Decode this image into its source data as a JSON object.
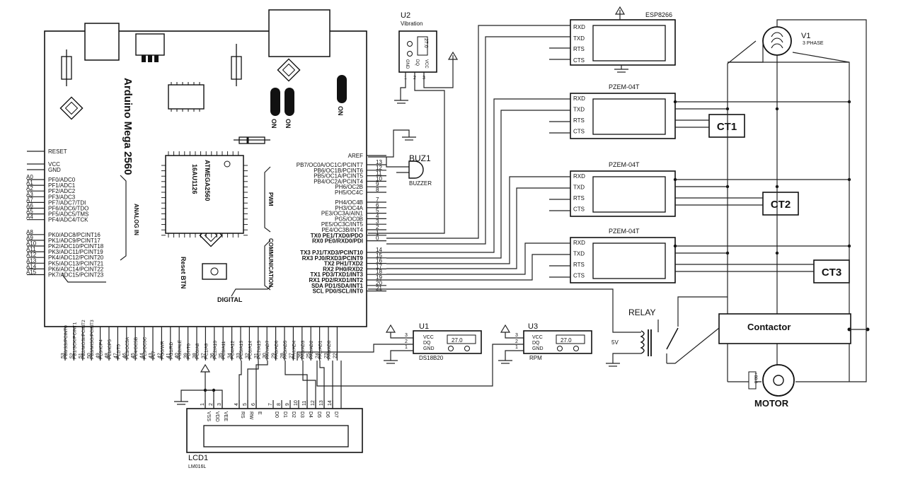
{
  "mega": {
    "title": "Arduino Mega 2560",
    "chip": "ATMEGA2560",
    "chip_sub": "16AU1126",
    "reset_btn": "Reset BTN",
    "on_labels": [
      "ON",
      "ON",
      "ON"
    ],
    "analog_label": "ANALOG IN",
    "pwm_label": "PWM",
    "comm_label": "COMMUNICATION",
    "digital_label": "DIGITAL",
    "left_power": [
      {
        "name": "RESET"
      },
      {
        "name": "VCC"
      },
      {
        "name": "GND"
      }
    ],
    "left_analog": [
      {
        "pin": "A0",
        "name": "PF0/ADC0"
      },
      {
        "pin": "A1",
        "name": "PF1/ADC1"
      },
      {
        "pin": "A2",
        "name": "PF2/ADC2"
      },
      {
        "pin": "A3",
        "name": "PF3/ADC3"
      },
      {
        "pin": "A7",
        "name": "PF7/ADC7/TDI"
      },
      {
        "pin": "A6",
        "name": "PF6/ADC6/TDO"
      },
      {
        "pin": "A5",
        "name": "PF5/ADC5/TMS"
      },
      {
        "pin": "A4",
        "name": "PF4/ADC4/TCK"
      },
      {
        "pin": "A8",
        "name": "PK0/ADC8/PCINT16"
      },
      {
        "pin": "A9",
        "name": "PK1/ADC9/PCINT17"
      },
      {
        "pin": "A10",
        "name": "PK2/ADC10/PCINT18"
      },
      {
        "pin": "A11",
        "name": "PK3/ADC11/PCINT19"
      },
      {
        "pin": "A12",
        "name": "PK4/ADC12/PCINT20"
      },
      {
        "pin": "A13",
        "name": "PK5/ADC13/PCINT21"
      },
      {
        "pin": "A14",
        "name": "PK6/ADC14/PCINT22"
      },
      {
        "pin": "A15",
        "name": "PK7/ADC15/PCINT23"
      }
    ],
    "right_pins": [
      {
        "name": "AREF",
        "num": ""
      },
      {
        "name": "PB7/OC0A/OC1C/PCINT7",
        "num": "13"
      },
      {
        "name": "PB6/OC1B/PCINT6",
        "num": "12"
      },
      {
        "name": "PB5/OC1A/PCINT5",
        "num": "11"
      },
      {
        "name": "PB4/OC2A/PCINT4",
        "num": "10"
      },
      {
        "name": "PH6/OC2B",
        "num": "9"
      },
      {
        "name": "PH5/OC4C",
        "num": "8"
      },
      {
        "name": "PH4/OC4B",
        "num": "7"
      },
      {
        "name": "PH3/OC4A",
        "num": "6"
      },
      {
        "name": "PE3/OC3A/AIN1",
        "num": "5"
      },
      {
        "name": "PG5/OC0B",
        "num": "4"
      },
      {
        "name": "PE5/OC3C/INT5",
        "num": "3"
      },
      {
        "name": "PE4/OC3B/INT4",
        "num": "2"
      },
      {
        "name": "TX0 PE1/TXD0/PDO",
        "num": "1"
      },
      {
        "name": "RX0 PE0/RXD0/PDI",
        "num": "0"
      },
      {
        "name": "TX3 PJ1/TXD3/PCINT10",
        "num": "14"
      },
      {
        "name": "RX3 PJ0/RXD3/PCINT9",
        "num": "15"
      },
      {
        "name": "TX2 PH1/TXD2",
        "num": "16"
      },
      {
        "name": "RX2 PH0/RXD2",
        "num": "17"
      },
      {
        "name": "TX1 PD3/TXD1/INT3",
        "num": "18"
      },
      {
        "name": "RX1 PD2/RXD1/INT2",
        "num": "19"
      },
      {
        "name": "SDA PD1/SDA/INT1",
        "num": "20"
      },
      {
        "name": "SCL PD0/SCL/INT0",
        "num": "21"
      }
    ],
    "bottom_pins": [
      {
        "name": "PB0/SS/PCINT0",
        "num": "53"
      },
      {
        "name": "PB1/SCK/PCINT1",
        "num": "52"
      },
      {
        "name": "PB2/MOSI/PCINT2",
        "num": "51"
      },
      {
        "name": "PB3/MISO/PCINT3",
        "num": "50"
      },
      {
        "name": "PL0/ICP4",
        "num": "49"
      },
      {
        "name": "PL1/ICP5",
        "num": "48"
      },
      {
        "name": "PL2/T5",
        "num": "47"
      },
      {
        "name": "PL3/OC5A",
        "num": "46"
      },
      {
        "name": "PL4/OC5B",
        "num": "45"
      },
      {
        "name": "PL5/OC5C",
        "num": "44"
      },
      {
        "name": "PL7",
        "num": "43"
      },
      {
        "name": "PG0/WR",
        "num": "42"
      },
      {
        "name": "PG1/RD",
        "num": "41"
      },
      {
        "name": "PG2/ALE",
        "num": "40"
      },
      {
        "name": "PD7/T0",
        "num": "39"
      },
      {
        "name": "PC0/A8",
        "num": "38"
      },
      {
        "name": "PC1/A9",
        "num": "37"
      },
      {
        "name": "PC2/A10",
        "num": "36"
      },
      {
        "name": "PC3/A11",
        "num": "35"
      },
      {
        "name": "PC4/A12",
        "num": "34"
      },
      {
        "name": "PC5/A13",
        "num": "33"
      },
      {
        "name": "PC6/A14",
        "num": "32"
      },
      {
        "name": "PC7/A15",
        "num": "31"
      },
      {
        "name": "PA7/AD7",
        "num": "30"
      },
      {
        "name": "PA6/AD6",
        "num": "29"
      },
      {
        "name": "PA5/AD5",
        "num": "28"
      },
      {
        "name": "PA4/AD4",
        "num": "27"
      },
      {
        "name": "PA3/AD3",
        "num": "26"
      },
      {
        "name": "PA2/AD2",
        "num": "25"
      },
      {
        "name": "PA1/AD1",
        "num": "24"
      },
      {
        "name": "PA0/AD0",
        "num": "23"
      },
      {
        "name": "",
        "num": "22"
      }
    ]
  },
  "u2": {
    "ref": "U2",
    "desc": "Vibration",
    "reading": "27.0",
    "pins": [
      "GND",
      "DQ",
      "VCC"
    ],
    "nums": [
      "1",
      "2",
      "3"
    ]
  },
  "buzzer": {
    "ref": "BUZ1",
    "desc": "BUZZER"
  },
  "esp": {
    "title": "ESP8266",
    "pins": [
      "RXD",
      "TXD",
      "RTS",
      "CTS"
    ]
  },
  "pzem": [
    {
      "title": "PZEM-04T",
      "pins": [
        "RXD",
        "TXD",
        "RTS",
        "CTS"
      ],
      "ct": "CT1"
    },
    {
      "title": "PZEM-04T",
      "pins": [
        "RXD",
        "TXD",
        "RTS",
        "CTS"
      ],
      "ct": "CT2"
    },
    {
      "title": "PZEM-04T",
      "pins": [
        "RXD",
        "TXD",
        "RTS",
        "CTS"
      ],
      "ct": "CT3"
    }
  ],
  "v1": {
    "ref": "V1",
    "desc": "3 PHASE"
  },
  "relay": {
    "label": "RELAY",
    "volt": "5V"
  },
  "contactor": {
    "label": "Contactor"
  },
  "motor": {
    "label": "MOTOR",
    "meter": "+88.8"
  },
  "u1": {
    "ref": "U1",
    "desc": "DS18B20",
    "reading": "27.0",
    "pins": [
      "VCC",
      "DQ",
      "GND"
    ],
    "nums": [
      "3",
      "2",
      "1"
    ]
  },
  "u3": {
    "ref": "U3",
    "desc": "RPM",
    "reading": "27.0",
    "pins": [
      "VCC",
      "DQ",
      "GND"
    ],
    "nums": [
      "3",
      "2",
      "1"
    ]
  },
  "lcd": {
    "ref": "LCD1",
    "model": "LM016L",
    "pins": [
      {
        "name": "VSS",
        "num": "1"
      },
      {
        "name": "VDD",
        "num": "2"
      },
      {
        "name": "VEE",
        "num": "3"
      },
      {
        "name": "RS",
        "num": "4"
      },
      {
        "name": "RW",
        "num": "5"
      },
      {
        "name": "E",
        "num": "6"
      },
      {
        "name": "D0",
        "num": "7"
      },
      {
        "name": "D1",
        "num": "8"
      },
      {
        "name": "D2",
        "num": "9"
      },
      {
        "name": "D3",
        "num": "10"
      },
      {
        "name": "D4",
        "num": "11"
      },
      {
        "name": "D5",
        "num": "12"
      },
      {
        "name": "D6",
        "num": "13"
      },
      {
        "name": "D7",
        "num": "14"
      }
    ]
  }
}
